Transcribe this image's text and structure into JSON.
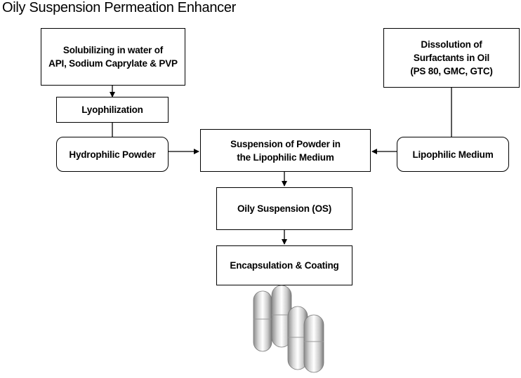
{
  "title": "Oily Suspension Permeation Enhancer",
  "nodes": {
    "solubilizing": {
      "line1": "Solubilizing in water of",
      "line2": "API, Sodium Caprylate & PVP"
    },
    "lyophilization": {
      "line1": "Lyophilization"
    },
    "hydrophilic_powder": {
      "line1": "Hydrophilic Powder"
    },
    "dissolution": {
      "line1": "Dissolution of",
      "line2": "Surfactants in Oil",
      "line3": "(PS 80, GMC, GTC)"
    },
    "lipophilic_medium": {
      "line1": "Lipophilic Medium"
    },
    "suspension": {
      "line1": "Suspension of  Powder in",
      "line2": "the Lipophilic Medium"
    },
    "oily_suspension": {
      "line1": "Oily Suspension (OS)"
    },
    "encapsulation": {
      "line1": "Encapsulation & Coating"
    }
  },
  "colors": {
    "line": "#000000",
    "box_border": "#000000",
    "box_fill": "#ffffff",
    "capsule_light": "#ffffff",
    "capsule_mid": "#d9d9d9",
    "capsule_dark": "#8c8c8c"
  },
  "icons": [
    "capsule-icon",
    "capsule-icon",
    "capsule-icon",
    "capsule-icon"
  ]
}
